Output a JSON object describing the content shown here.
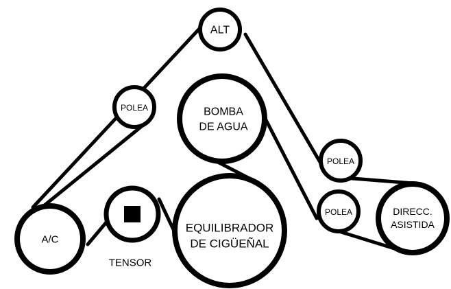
{
  "diagram": {
    "colors": {
      "stroke": "#000000",
      "fill": "#ffffff"
    },
    "pulleys": {
      "alt": "ALT",
      "polea_top_left": "POLEA",
      "bomba_line1": "BOMBA",
      "bomba_line2": "DE AGUA",
      "polea_right_upper": "POLEA",
      "polea_right_lower": "POLEA",
      "direcc_line1": "DIRECC.",
      "direcc_line2": "ASISTIDA",
      "ac": "A/C",
      "equilibrador_line1": "EQUILIBRADOR",
      "equilibrador_line2": "DE CIGÜEÑAL",
      "tensor": "TENSOR"
    }
  }
}
